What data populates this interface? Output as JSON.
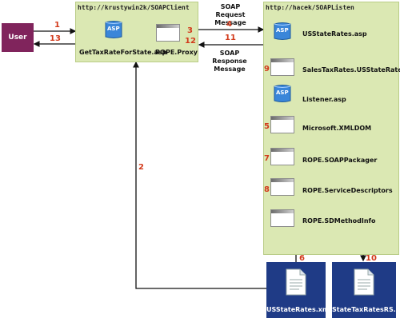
{
  "user": {
    "label": "User"
  },
  "client": {
    "url": "http://krustywin2k/SOAPClient",
    "asp_badge": "ASP",
    "asp_file": "GetTaxRateForState.asp",
    "proxy": "ROPE.Proxy"
  },
  "server": {
    "url": "http://hacek/SOAPListen",
    "items": [
      {
        "label": "USStateRates.asp",
        "kind": "asp",
        "badge": "ASP",
        "step": ""
      },
      {
        "label": "SalesTaxRates.USStateRates",
        "kind": "window",
        "step": "9"
      },
      {
        "label": "Listener.asp",
        "kind": "asp",
        "badge": "ASP",
        "step": ""
      },
      {
        "label": "Microsoft.XMLDOM",
        "kind": "window",
        "step": "5"
      },
      {
        "label": "ROPE.SOAPPackager",
        "kind": "window",
        "step": "7"
      },
      {
        "label": "ROPE.ServiceDescriptors",
        "kind": "window",
        "step": "8"
      },
      {
        "label": "ROPE.SDMethodInfo",
        "kind": "window",
        "step": ""
      }
    ]
  },
  "messages": {
    "request": "SOAP Request Message",
    "response": "SOAP Response Message"
  },
  "files": [
    {
      "label": "USStateRates.xml",
      "step": "6"
    },
    {
      "label": "StateTaxRatesRS.xml",
      "step": "10"
    }
  ],
  "steps": {
    "s1": "1",
    "s13": "13",
    "s2": "2",
    "s3": "3",
    "s12": "12",
    "s4": "4",
    "s11": "11"
  },
  "colors": {
    "container": "#dbe8b3",
    "user": "#80245c",
    "file_box": "#1f3b86",
    "step_numbers": "#d23a1b"
  }
}
